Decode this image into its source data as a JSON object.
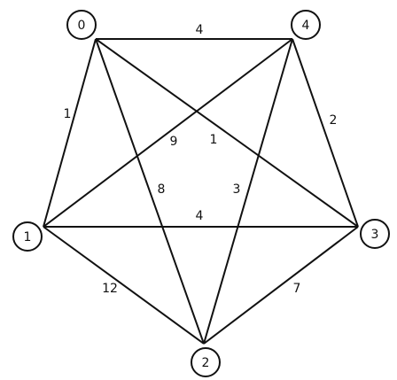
{
  "graph": {
    "nodes": [
      {
        "id": "0",
        "label": "0"
      },
      {
        "id": "1",
        "label": "1"
      },
      {
        "id": "2",
        "label": "2"
      },
      {
        "id": "3",
        "label": "3"
      },
      {
        "id": "4",
        "label": "4"
      }
    ],
    "edges": [
      {
        "from": "0",
        "to": "4",
        "weight": "4"
      },
      {
        "from": "0",
        "to": "1",
        "weight": "1"
      },
      {
        "from": "4",
        "to": "3",
        "weight": "2"
      },
      {
        "from": "1",
        "to": "4",
        "weight": "9"
      },
      {
        "from": "0",
        "to": "3",
        "weight": "1"
      },
      {
        "from": "0",
        "to": "2",
        "weight": "8"
      },
      {
        "from": "4",
        "to": "2",
        "weight": "3"
      },
      {
        "from": "1",
        "to": "3",
        "weight": "4"
      },
      {
        "from": "1",
        "to": "2",
        "weight": "12"
      },
      {
        "from": "3",
        "to": "2",
        "weight": "7"
      }
    ]
  },
  "colors": {
    "line": "#111111",
    "background": "#ffffff"
  }
}
